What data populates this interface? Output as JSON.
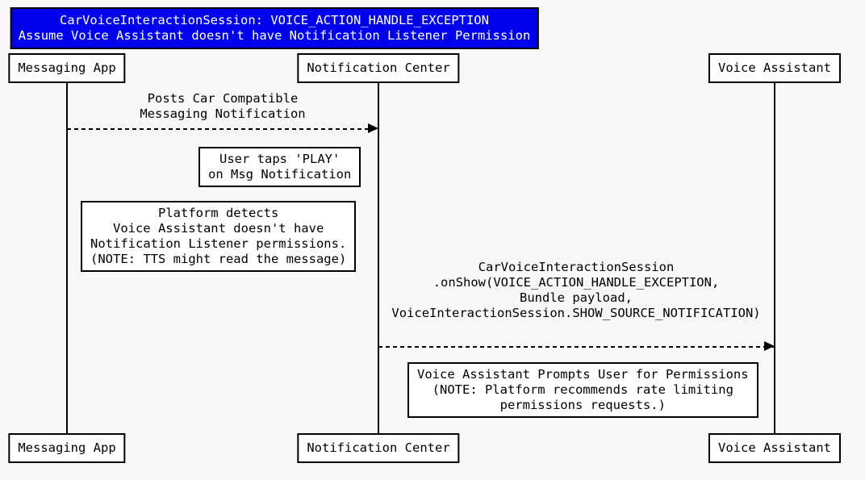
{
  "title": {
    "lines": [
      "CarVoiceInteractionSession: VOICE_ACTION_HANDLE_EXCEPTION",
      "Assume Voice Assistant doesn't have Notification Listener Permission"
    ]
  },
  "participants": [
    {
      "id": "messaging-app",
      "label": "Messaging App"
    },
    {
      "id": "notification-center",
      "label": "Notification Center"
    },
    {
      "id": "voice-assistant",
      "label": "Voice Assistant"
    }
  ],
  "messages": [
    {
      "from": "Messaging App",
      "to": "Notification Center",
      "line_style": "dashed",
      "lines": [
        "Posts Car Compatible",
        "Messaging Notification"
      ]
    },
    {
      "from": "Notification Center",
      "to": "Voice Assistant",
      "line_style": "dashed",
      "lines": [
        "CarVoiceInteractionSession",
        ".onShow(VOICE_ACTION_HANDLE_EXCEPTION,",
        "Bundle payload,",
        "VoiceInteractionSession.SHOW_SOURCE_NOTIFICATION)"
      ]
    }
  ],
  "notes": [
    {
      "id": "user-taps-play",
      "lines": [
        "User taps 'PLAY'",
        "on Msg Notification"
      ]
    },
    {
      "id": "platform-detects",
      "lines": [
        "Platform detects",
        "Voice Assistant doesn't have",
        "Notification Listener permissions.",
        "(NOTE: TTS might read the message)"
      ]
    },
    {
      "id": "voice-assistant-prompts",
      "lines": [
        "Voice Assistant Prompts User for Permissions",
        "(NOTE: Platform recommends rate limiting",
        "permissions requests.)"
      ]
    }
  ],
  "colors": {
    "background": "#f8f8f8",
    "box_fill": "#ffffff",
    "border": "#000000",
    "text": "#000000",
    "title_bg": "#0000ee",
    "title_text": "#ffffff"
  }
}
